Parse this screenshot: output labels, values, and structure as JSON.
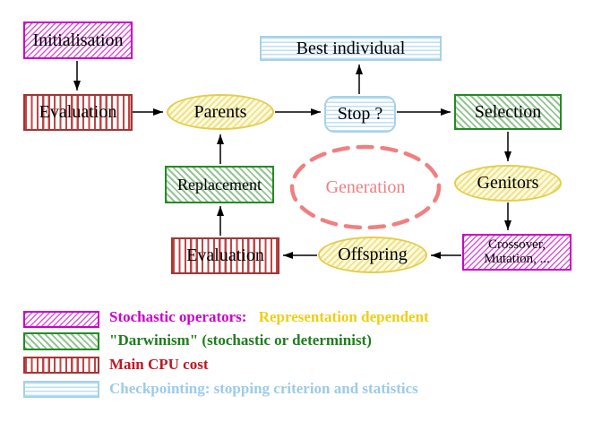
{
  "nodes": {
    "initialisation": "Initialisation",
    "evaluation_top": "Evaluation",
    "parents": "Parents",
    "best_individual": "Best individual",
    "stop": "Stop ?",
    "selection": "Selection",
    "replacement": "Replacement",
    "generation": "Generation",
    "genitors": "Genitors",
    "offspring": "Offspring",
    "evaluation_bottom": "Evaluation",
    "crossover_line1": "Crossover,",
    "crossover_line2": "Mutation, ..."
  },
  "legend": {
    "rows": [
      {
        "swatch": "magenta-diagonal-hatch",
        "segments": [
          {
            "text": "Stochastic operators:",
            "color": "#CC00CC"
          },
          {
            "text": "Representation dependent",
            "color": "#EFCE14"
          }
        ]
      },
      {
        "swatch": "green-diagonal-hatch",
        "segments": [
          {
            "text": "\"Darwinism\" (stochastic or determinist)",
            "color": "#1E7D1E"
          }
        ]
      },
      {
        "swatch": "red-vertical-stripes",
        "segments": [
          {
            "text": "Main CPU cost",
            "color": "#C01624"
          }
        ]
      },
      {
        "swatch": "cyan-horizontal-stripes",
        "segments": [
          {
            "text": "Checkpointing: stopping criterion and statistics",
            "color": "#9CCBEA"
          }
        ]
      }
    ]
  },
  "colors": {
    "magenta": "#CC00CC",
    "green_border": "#228B22",
    "green_text": "#1E7D1E",
    "red_border": "#A33535",
    "red_text": "#C01624",
    "cyan": "#A5D2E8",
    "cyan_text": "#9CCBEA",
    "yellow_border": "#E5CC4E",
    "yellow_fill": "#FEFBDF",
    "gold_text": "#EFCE14",
    "salmon": "#F08080",
    "arrow": "#000000"
  }
}
